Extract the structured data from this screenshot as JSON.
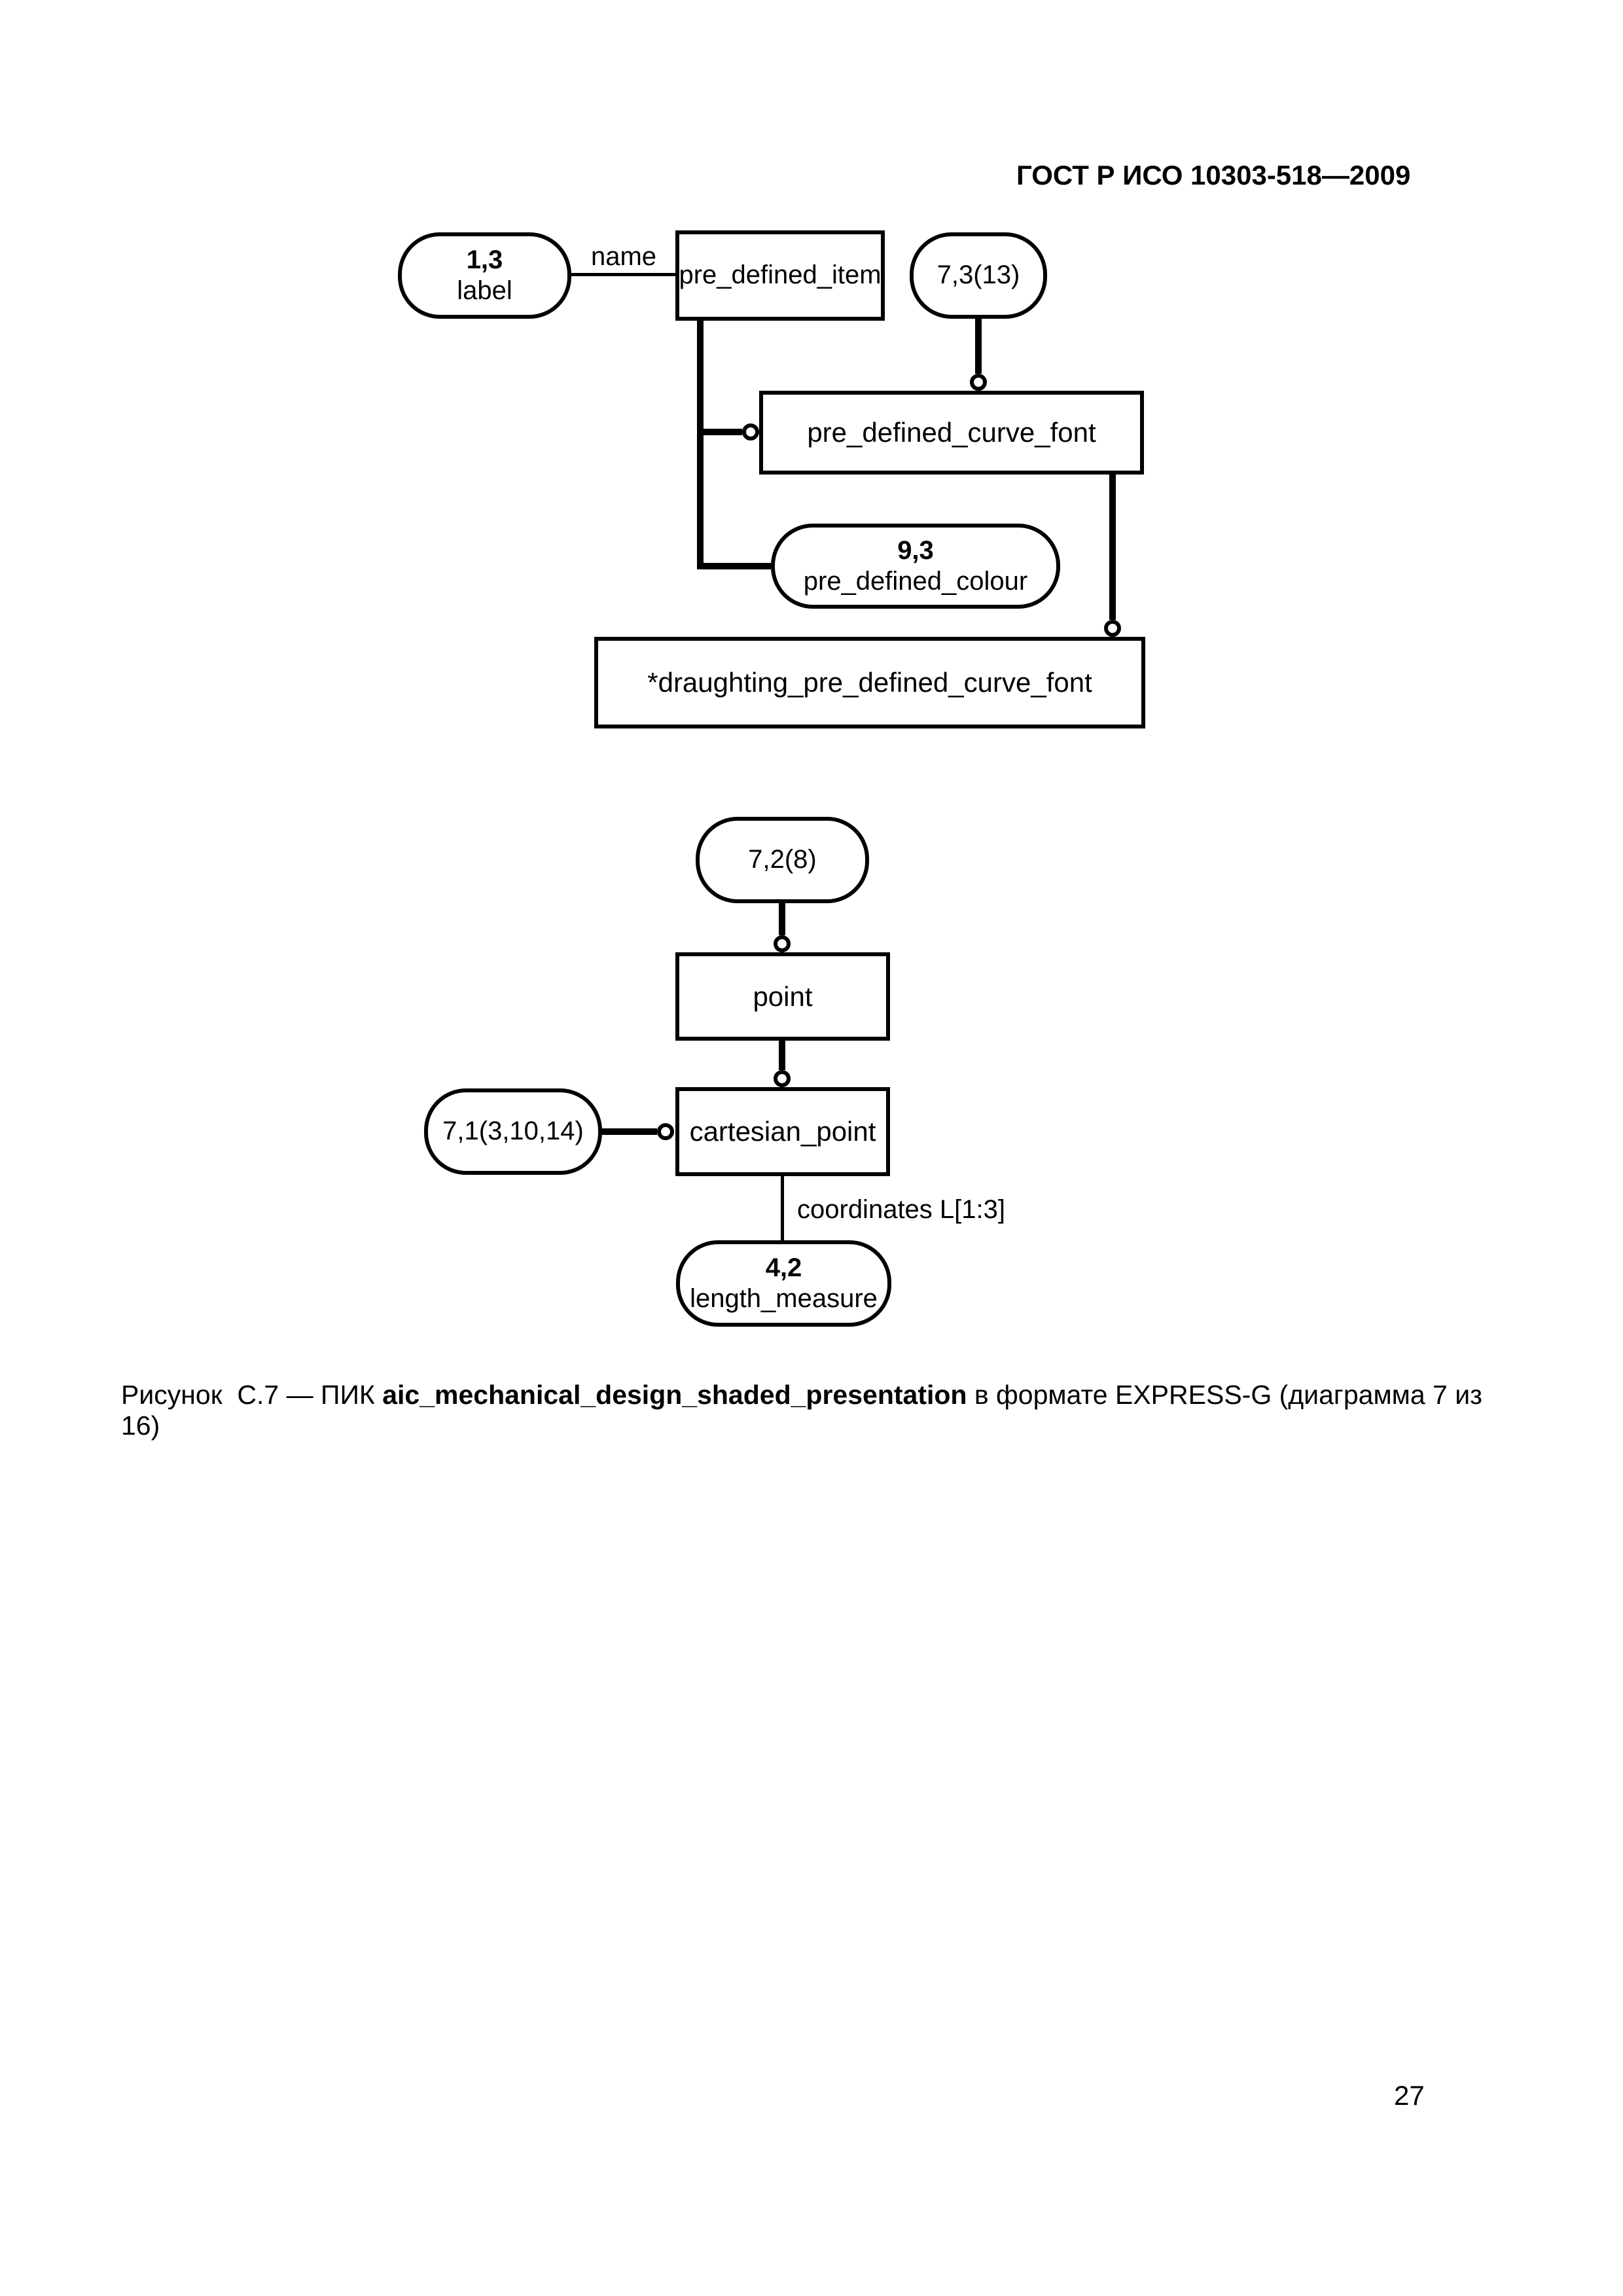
{
  "page": {
    "header": "ГОСТ Р ИСО 10303-518—2009",
    "number": "27"
  },
  "caption": {
    "prefix": "Рисунок  С.7 — ПИК ",
    "bold": "aic_mechanical_design_shaded_presentation",
    "suffix": " в формате EXPRESS-G (диаграмма 7 из 16)"
  },
  "diagram1": {
    "oval_label": {
      "line1": "1,3",
      "line2": "label"
    },
    "edge_name_label": "name",
    "box_pre_defined_item": "pre_defined_item",
    "oval_ref_7_3": "7,3(13)",
    "box_pre_defined_curve_font": "pre_defined_curve_font",
    "oval_pre_defined_colour": {
      "line1": "9,3",
      "line2": "pre_defined_colour"
    },
    "box_draughting": "*draughting_pre_defined_curve_font"
  },
  "diagram2": {
    "oval_ref_7_2": "7,2(8)",
    "box_point": "point",
    "oval_ref_7_1": "7,1(3,10,14)",
    "box_cartesian_point": "cartesian_point",
    "edge_coordinates_label": "coordinates L[1:3]",
    "oval_length_measure": {
      "line1": "4,2",
      "line2": "length_measure"
    }
  }
}
